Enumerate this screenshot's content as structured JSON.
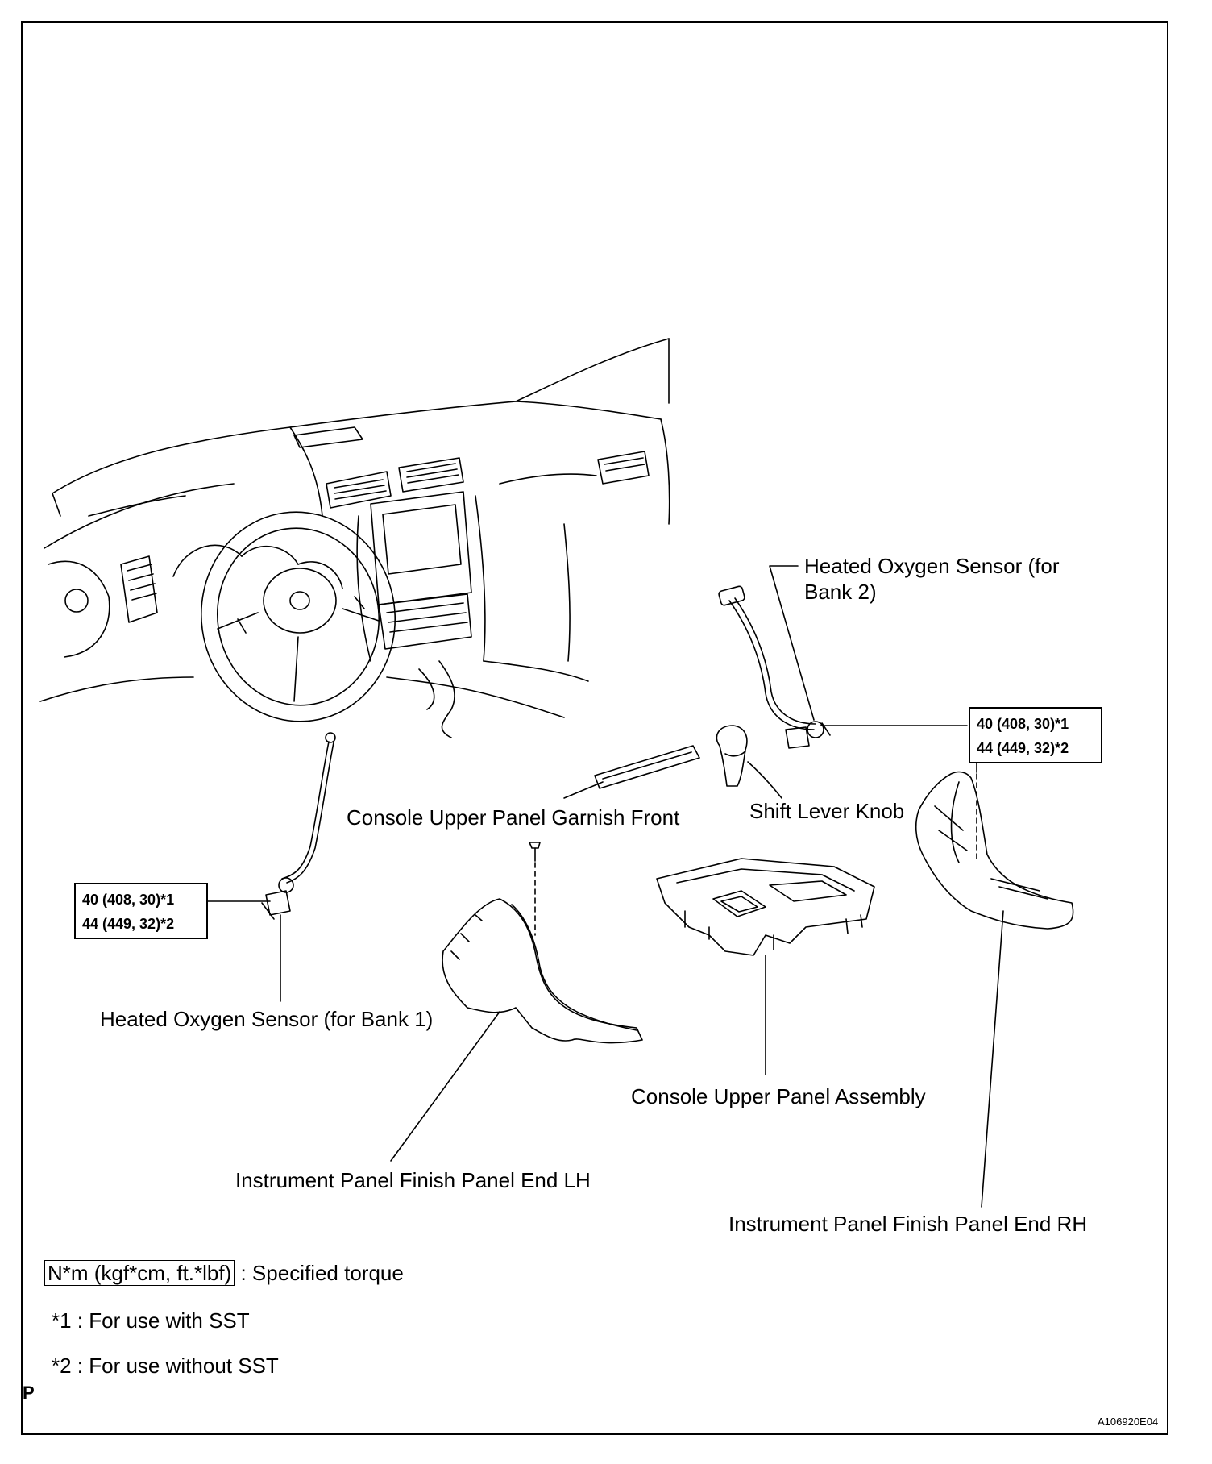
{
  "labels": {
    "ho2_bank2": "Heated Oxygen Sensor (for Bank 2)",
    "ho2_bank1": "Heated Oxygen Sensor (for Bank 1)",
    "garnish_front": "Console Upper Panel Garnish Front",
    "shift_knob": "Shift Lever Knob",
    "console_assy": "Console Upper Panel Assembly",
    "finish_lh": "Instrument Panel Finish Panel End LH",
    "finish_rh": "Instrument Panel Finish Panel End RH"
  },
  "torque_bank2": {
    "line1": "40 (408, 30)*1",
    "line2": "44 (449, 32)*2"
  },
  "torque_bank1": {
    "line1": "40 (408, 30)*1",
    "line2": "44 (449, 32)*2"
  },
  "legend": {
    "unit": "N*m (kgf*cm, ft.*lbf)",
    "unit_desc": ": Specified torque",
    "note1": "*1 : For use with SST",
    "note2": "*2 : For use without SST"
  },
  "marker_p": "P",
  "figure_code": "A106920E04"
}
